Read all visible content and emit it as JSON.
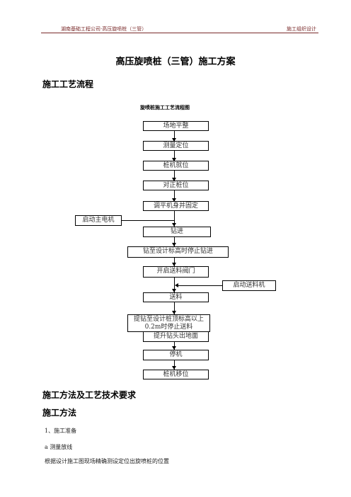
{
  "header": {
    "left": "湖南基础工程公司·高压旋喷桩（三管）",
    "right": "施工组织设计"
  },
  "doc": {
    "title": "高压旋喷桩（三管）施工方案",
    "section1": "施工工艺流程",
    "caption": "旋喷桩施工工艺流程图",
    "section2": "施工方法及工艺技术要求",
    "section3": "施工方法",
    "item1": "1、施工准备",
    "item1a": "a 测量放线",
    "item1a_text": "根据设计施工图现场精确测设定位出旋喷桩的位置"
  },
  "flow": {
    "steps": [
      "场地平整",
      "测量定位",
      "桩机就位",
      "对正桩位",
      "调平机身并固定",
      "钻进",
      "钻至设计标高时停止钻进",
      "开启送料阀门",
      "送料",
      "提钻至设计桩顶标高以上0.2m时停止送料",
      "提升钻头出地面",
      "停机",
      "桩机移位"
    ],
    "side_left": "启动主电机",
    "side_right": "启动送料机"
  }
}
